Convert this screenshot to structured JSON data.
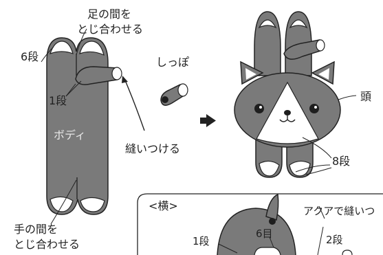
{
  "labels": {
    "feet_join_line1": "足の間を",
    "feet_join_line2": "とじ合わせる",
    "rows_6": "6段",
    "rows_1_body": "1段",
    "tail": "しっぽ",
    "body": "ボディ",
    "sew_on": "縫いつける",
    "hands_join_line1": "手の間を",
    "hands_join_line2": "とじ合わせる",
    "head": "頭",
    "rows_8": "8段",
    "side_view": "<横>",
    "aqua_sew": "アクアで縫いつ",
    "rows_1_side": "1段",
    "row_6th": "6目",
    "rows_2_side": "2段"
  },
  "icons": {
    "next_step_arrow": "right-pointing-arrow",
    "curved_arrow": "curved-arrow"
  },
  "colors": {
    "gray": "#7a7a7a",
    "dark": "#1e1e1e",
    "white": "#ffffff",
    "line": "#222222"
  }
}
